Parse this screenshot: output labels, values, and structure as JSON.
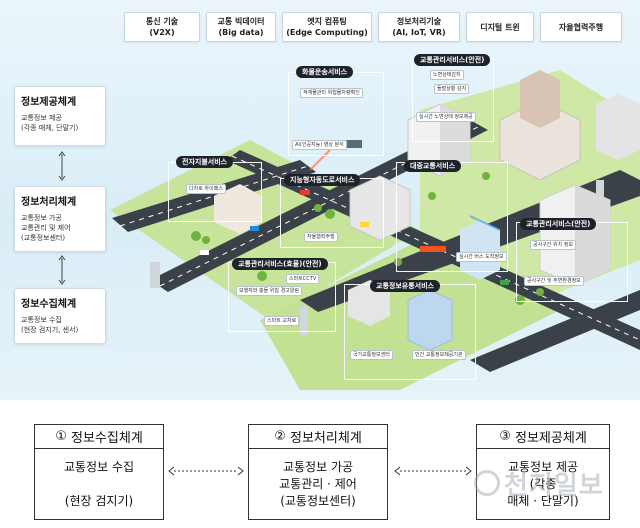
{
  "top_tech": [
    {
      "name": "통신 기술",
      "sub": "(V2X)"
    },
    {
      "name": "교통 빅데이터",
      "sub": "(Big data)"
    },
    {
      "name": "엣지 컴퓨팅",
      "sub": "(Edge Computing)"
    },
    {
      "name": "정보처리기술",
      "sub": "(AI, IoT, VR)"
    },
    {
      "name": "디지털 트윈",
      "sub": ""
    },
    {
      "name": "자율협력주행",
      "sub": ""
    }
  ],
  "left_cards": [
    {
      "title": "정보제공체계",
      "desc": "교통정보 제공\n(각종 매체, 단말기)"
    },
    {
      "title": "정보처리체계",
      "desc": "교통정보 가공\n교통관리 및 제어\n(교통정보센터)"
    },
    {
      "title": "정보수집체계",
      "desc": "교통정보 수집\n(현장 검지기, 센서)"
    }
  ],
  "services": [
    "화물운송서비스",
    "교통관리서비스(안전)",
    "전자지불서비스",
    "지능형자동도로서비스",
    "대중교통서비스",
    "교통관리서비스(안전)",
    "교통관리서비스(효율)(안전)",
    "교통정보유통서비스"
  ],
  "tags": [
    "적재물관리 위험물차량확인",
    "AI(인공지능) 영상 분석",
    "노면상태감지",
    "돌발상황 감지",
    "실시간 노면상태 정보제공",
    "다차로 하이패스",
    "자율협력주행",
    "실시간 버스 도착정보",
    "공사구간 위치 정보",
    "공사구간 및 주변환경정보",
    "스마트CCTV",
    "보행자와 충돌 위험 경고알림",
    "스마트 교차로",
    "국가교통정보센터",
    "민간 교통정보제공기관"
  ],
  "process": [
    {
      "num": "①",
      "title": "정보수집체계",
      "lines": [
        "교통정보 수집",
        "",
        "(현장 검지기)"
      ]
    },
    {
      "num": "②",
      "title": "정보처리체계",
      "lines": [
        "교통정보 가공",
        "교통관리 · 제어",
        "(교통정보센터)"
      ]
    },
    {
      "num": "③",
      "title": "정보제공체계",
      "lines": [
        "교통정보 제공",
        "(각종",
        "매체 · 단말기)"
      ]
    }
  ],
  "watermark": "천지일보",
  "colors": {
    "sky": "#d9edf7",
    "road": "#3b4148",
    "grass": "#bfe08c",
    "service_label": "#1e2229"
  }
}
